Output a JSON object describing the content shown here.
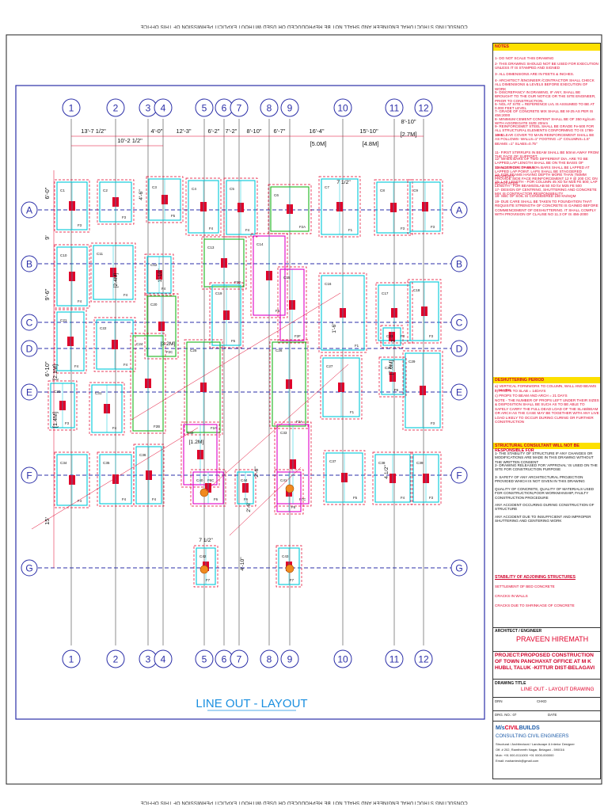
{
  "sheet": {
    "warning_text": "CONSULTING STRUCTURAL ENGINEER AND SHALL NOT BE REPRODUCED OR USED WITHOUT EXPLICIT PERMISSION OF THIS OFFICE",
    "drawing_title": "LINE OUT - LAYOUT"
  },
  "grid": {
    "cols": [
      "1",
      "2",
      "3",
      "4",
      "5",
      "6",
      "7",
      "8",
      "9",
      "10",
      "11",
      "12"
    ],
    "rows": [
      "A",
      "B",
      "C",
      "D",
      "E",
      "F",
      "G"
    ]
  },
  "dimensions": {
    "top_row1": [
      "13'-7 1/2\"",
      "10'-2 1/2\"",
      "4'-0\"",
      "12'-3\"",
      "6'-2\"",
      "7'-2\"",
      "8'-10\"",
      "6'-7\"",
      "16'-4\"",
      "15'-10\"",
      "8'-10\""
    ],
    "top_metric": [
      "[5.0M]",
      "[4.8M]",
      "[2.7M]"
    ],
    "left_vertical": [
      "6'-0\"",
      "9'",
      "9'-6\"",
      "6'-10\"",
      "15'"
    ],
    "left_metric": [
      "[2.1M]",
      "[1.4M]"
    ],
    "misc": [
      "7 1/2\"",
      "4'-6\"",
      "1'-10\"",
      "[3.2M]",
      "[2.4M]",
      "1'-6\"",
      "4 1/2\"",
      "7 1/2\"",
      "2'-6\"",
      "[1.2M]",
      "[7.0M]",
      "4'-10\"",
      "2'-6\""
    ]
  },
  "columns": [
    "C1",
    "C2",
    "C3",
    "C4",
    "C5",
    "C6",
    "C7",
    "C8",
    "C9",
    "C10",
    "C11",
    "C12",
    "C13",
    "C14",
    "C15",
    "C16",
    "C17",
    "C18",
    "C19",
    "C20",
    "C21",
    "C22",
    "C23",
    "C24",
    "C25",
    "C26",
    "C27",
    "C28",
    "C29",
    "C30",
    "C31",
    "C32",
    "C33",
    "C34",
    "C35",
    "C36",
    "C37",
    "C38",
    "C39",
    "C40",
    "C41",
    "C42",
    "C43",
    "C44"
  ],
  "footings": [
    "F1",
    "F2",
    "F3",
    "F4",
    "F5",
    "F6",
    "F7",
    "F2A",
    "F2B",
    "F2C",
    "F6A",
    "F4A",
    "F5A",
    "F5B",
    "F6C",
    "F6D",
    "F7C"
  ],
  "notes": {
    "heading": "NOTES",
    "items": [
      "1- DO NOT SCALE THIS DRAWING",
      "2- THIS DRAWING SHOULD NOT BE USED FOR EXECUTION UNLESS IT IS STAMPED AND SIGNED",
      "3- ALL DIMENSIONS ARE IN FEETS & INCHES.",
      "4- ARCHITECT /ENGINEER /CONTRACTOR SHALL CHECK ALL DIMENSIONS & LEVELS BEFORE EXECUTION OF WORK",
      "5- DISCREPANCY IN DRAWING, IF ANY, SHALL BE BROUGHT TO THE OUR NOTICE OR THE SITE ENGINEER, PRIOR TO CONSTRUCTION.",
      "6- NGL AT SITE = REFERENCE LVL IS ASSUMED TO BE AT 0.000 FEET LEVEL",
      "7- GRADE OF CONCRETE MIX SHALL BE M-25 AS PER IS 456:2000",
      "8- MINIMUM CEMENT CONTENT SHALL BE OF 350 Kg/cum WITH AGGREGATE SIZE 20mm",
      "9- REINFORCEMET STEEL SHALL BE GRADE Fe-500 FOR ALL STRUCTURAL ELEMENTS CONFORMING TO IS 1786-1985",
      "10- CLEAR COVER TO MAIN REINFORCEMENT SHALL BE AS FOLLOWS- WALLS=1\" FOOTING =2\" COLUMNS=1.5\" BEAMS =1\" SLABS=0.75\"",
      "11- FIRST STIRRUPS IN BEAM SHALL BE 50mm AWAY FROM THE FACE OF SUPPORT.",
      "12- WHEN BARS OF TWO DIFFERENT DIA. ARE TO BE LAPPED,LAP LENGTH SHALL BE ON THE BASIS OF SMALLER DIA. OF BAR",
      "13- NOT MORE THAN 50% BARS SHALL BE LAPPED AT LAPPED LAP POINT. LAPS SHALL BE STAGGERED PROPERLY",
      "14- FOR BEAMS HAVING DEPTH MORE THAN 750MM PROVIDE SIDE FACE REINFORCEMENT 12 # @ 200 C/C ON BOTH FACES",
      "15- LAP LENGTH - FOR COLUMN 45 XD for M25 FE 500; LAP LENGTH - FOR BEAMS/SLAB 50 XD for M25 FE 500",
      "17- DESIGN OF CENTRING, SHUTTERING AND CONCRETE MIX IS CONTRACTOR RESPONSIBILITY",
      "18- SBC OF SOIL IS CONSIDERED 180 KN/SQM",
      "19- DUE CARE SHALL BE TAKEN TO FOUNDATION THAT REQUISITE STRENGTH OF CONCRETE IS GAINED BEFORE COMMENCEMENT OF DESHUTTERING. IT SHALL COMPLY WITH PROVISION OF CLAUSE NO 11.3 OF IS 456-2000"
    ],
    "highlights": [
      "M-25",
      "Fe-500",
      "180 KN/SQM"
    ],
    "deshuttering_heading": "DESHUTTERING PERIOD",
    "deshuttering_items": [
      "a) VERTICAL FORMWORK TO COLUMN, WALL AND BEAMS = 24 HRS",
      "b) PROPS TO SLAB = 14DAYS",
      "c) PROPS TO BEAM AND ARCH = 21 DAYS",
      "NOTE - THE NUMBER OF PROPS LEFT UNDER THEIR SIZES & DISPOSITION SHALL BE SUCH AS TO BE ABLE TO SAFELY CARRY THE FULL DEAD LOAD OF THE SLAB/BEAM OR ARCH AS THE CASE MAY BE TOGETHER WITH ANY LIVE LOAD LIKELY TO OCCUR DURING CURING OR FURTHER CONSTRUCTION"
    ],
    "responsibility_heading": "STRUCTURAL CONSULTANT WILL NOT BE RESPONSIBLE FOR",
    "responsibility_items": [
      "1- THE STABILITY OF STRUCTURE IF ANY CHANGES OR MODIFICATIONS ARE MADE IN THIS DRAWING WITHOUT THE WRITTEN CONSENT",
      "2- DRAWING RELEASED FOR 'APPROVAL' IS USED ON THE SITE FOR CONSTRUCTION PURPOSE",
      "3- SAFETY OF ANY ARCHITECTURAL PROJECTION PROVIDED WHICH IS NOT GIVEN IN THIS DRAWING",
      "QUALITY OF CONCRETE, QUALITY OF MATERIALS USED FOR CONSTRUCTION,POOR WORKMANSHIP, FAULTY CONSTRUCTION PROCEDURE",
      "ANY ACCIDENT OCCURING DURING CONSTRUCTION OF STRUCTURE",
      "ANY ACCIDENT DUE TO INSUFFICIENT AND IMPROPER SHUTTERING AND CENTERING WORK"
    ],
    "adjoining_heading": "STABILITY OF ADJOINING STRUCTURES",
    "adjoining_items": [
      "SETTLEMENT OF BED CONCRETE",
      "CRACKS IN WALLS",
      "CRACKS DUE TO SHRINKAGE OF CONCRETE"
    ]
  },
  "title_block": {
    "architect_label": "ARCHITECT / ENGINEER",
    "engineer_name": "PRAVEEN HIREMATH",
    "project": "PROJECT:PROPOSED CONSTRUCTION OF TOWN PANCHAYAT OFFICE AT M K HUBLI, TALUK -KITTUR DIST-BELAGAVI",
    "drawing_title_label": "DRAWING TITLE",
    "drawing_title": "LINE OUT - LAYOUT DRAWING",
    "drn_label": "DRN",
    "chkd_label": "CHKD",
    "drg_no_label": "DRG. NO.: 07",
    "date_label": "DATE",
    "firm_prefix": "M/s",
    "firm_name_a": "CIVIL",
    "firm_name_b": "BUILDS",
    "firm_subtitle": "CONSULTING CIVIL ENGINEERS",
    "firm_lines": [
      "Structural / Architectural / Landscape & Interior Designer",
      "Off. # 202, Ramtheerth Nagar, Belagavi - 590016",
      "Mob: +91 000-0111000 +91 0000-000000",
      "Email: mahantesh@gmail.com"
    ]
  },
  "colors": {
    "grid_blue": "#2b2fa8",
    "footing_red": "#e0002a",
    "pad_cyan": "#00c8d8",
    "pad_green": "#1db41d",
    "pad_magenta": "#e000c8",
    "accent_yellow": "#fde000"
  }
}
